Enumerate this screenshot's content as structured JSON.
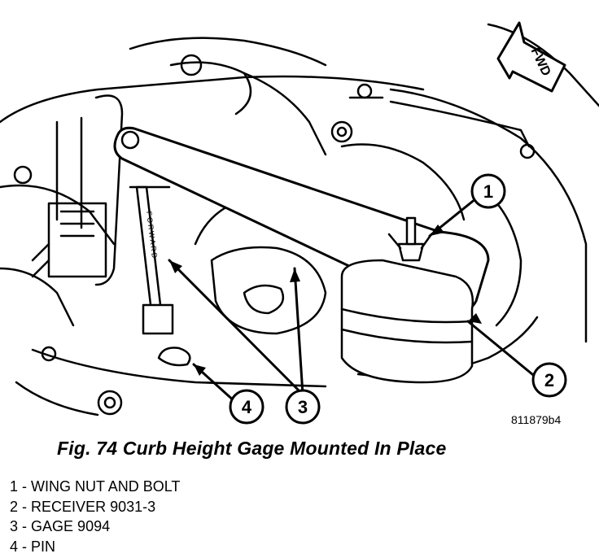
{
  "figure": {
    "caption": "Fig. 74 Curb Height Gage Mounted In Place",
    "reference_code": "811879b4",
    "direction_label": "FWD",
    "gage_stamp": "FORWARD"
  },
  "callouts": [
    {
      "number": "1",
      "label": "WING NUT AND BOLT"
    },
    {
      "number": "2",
      "label": "RECEIVER 9031-3"
    },
    {
      "number": "3",
      "label": "GAGE 9094"
    },
    {
      "number": "4",
      "label": "PIN"
    }
  ],
  "legend_separator": "-"
}
